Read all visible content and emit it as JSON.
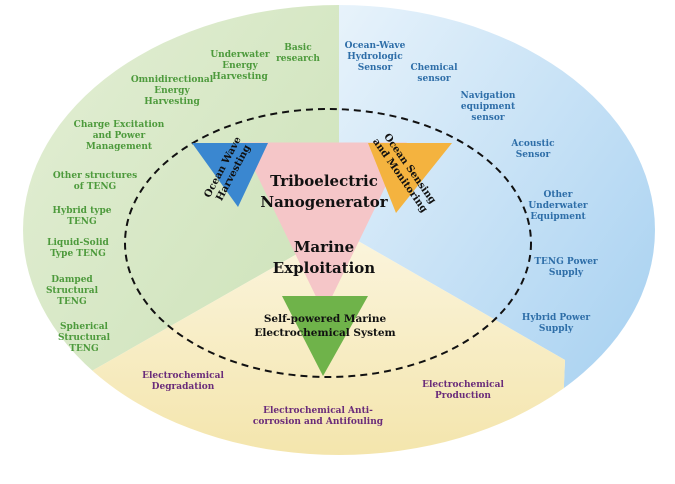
{
  "colors": {
    "green_region": "#dbe9c9",
    "blue_region": "#cfe6f6",
    "yellow_region": "#f7eec9",
    "green_text": "#4d9a3c",
    "blue_text": "#2e6ea8",
    "purple_text": "#6a2c7a",
    "center_triangle": "#f5c6c8",
    "ocean_wave_triangle": "#3a87d0",
    "ocean_sensing_triangle": "#f4b33f",
    "electrochemical_triangle": "#6fb34a"
  },
  "center": {
    "line1": "Triboelectric",
    "line2": "Nanogenerator",
    "line3": "Marine",
    "line4": "Exploitation"
  },
  "triangles": {
    "ocean_wave": [
      "Ocean Wave",
      "Harvesting"
    ],
    "ocean_sensing": [
      "Ocean Sensing",
      "and Monitoring"
    ],
    "electrochemical": [
      "Self-powered Marine",
      "Electrochemical System"
    ]
  },
  "left_items": [
    [
      "Basic",
      "research"
    ],
    [
      "Underwater",
      "Energy",
      "Harvesting"
    ],
    [
      "Omnidirectional",
      "Energy",
      "Harvesting"
    ],
    [
      "Charge Excitation",
      "and Power",
      "Management"
    ],
    [
      "Other structures",
      "of TENG"
    ],
    [
      "Hybrid type",
      "TENG"
    ],
    [
      "Liquid-Solid",
      "Type TENG"
    ],
    [
      "Damped",
      "Structural",
      "TENG"
    ],
    [
      "Spherical",
      "Structural",
      "TENG"
    ]
  ],
  "right_items": [
    [
      "Ocean-Wave",
      "Hydrologic",
      "Sensor"
    ],
    [
      "Chemical",
      "sensor"
    ],
    [
      "Navigation",
      "equipment",
      "sensor"
    ],
    [
      "Acoustic",
      "Sensor"
    ],
    [
      "Other",
      "Underwater",
      "Equipment"
    ],
    [
      "TENG Power",
      "Supply"
    ],
    [
      "Hybrid Power",
      "Supply"
    ]
  ],
  "bottom_items": [
    [
      "Electrochemical",
      "Degradation"
    ],
    [
      "Electrochemical Anti-",
      "corrosion and Antifouling"
    ],
    [
      "Electrochemical",
      "Production"
    ]
  ]
}
